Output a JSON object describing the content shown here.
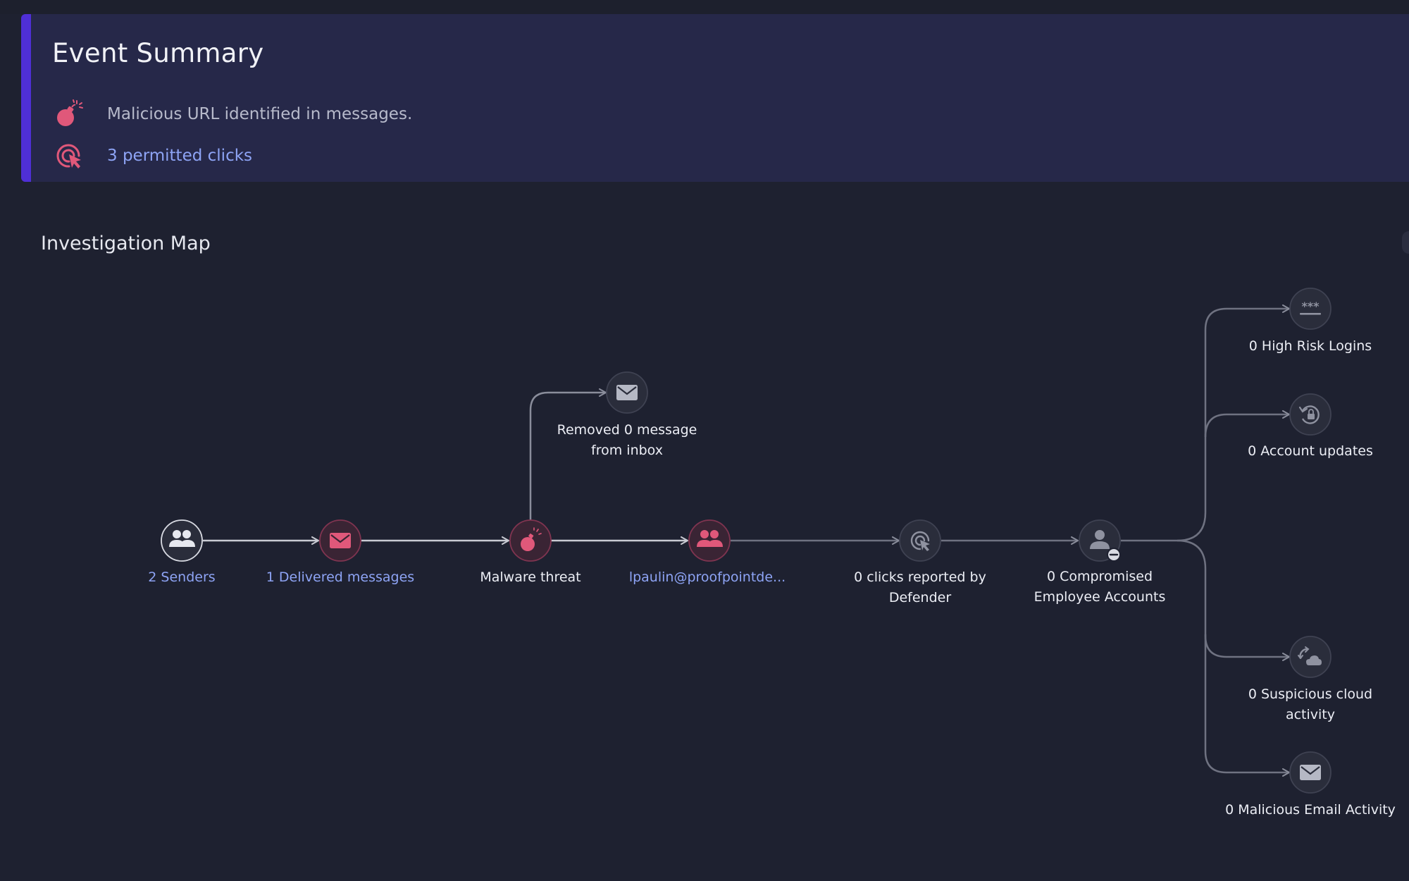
{
  "event_summary": {
    "title": "Event Summary",
    "threat_text": "Malicious URL identified in messages.",
    "threat_icon": "bomb-icon",
    "clicks_text": "3 permitted clicks",
    "clicks_icon": "cursor-click-icon"
  },
  "investigation_map": {
    "title": "Investigation Map",
    "nodes": {
      "senders": {
        "label": "2 Senders",
        "icon": "users-icon"
      },
      "delivered": {
        "label": "1 Delivered messages",
        "icon": "envelope-icon"
      },
      "malware": {
        "label": "Malware threat",
        "icon": "bomb-icon"
      },
      "recipient": {
        "label": "lpaulin@proofpointde...",
        "icon": "users-icon"
      },
      "removed": {
        "label_line1": "Removed 0 message",
        "label_line2": "from inbox",
        "icon": "envelope-icon"
      },
      "defender_clicks": {
        "label_line1": "0 clicks reported by",
        "label_line2": "Defender",
        "icon": "cursor-click-icon"
      },
      "compromised": {
        "label_line1": "0 Compromised",
        "label_line2": "Employee Accounts",
        "icon": "user-minus-icon"
      },
      "high_risk": {
        "label": "0 High Risk Logins",
        "icon": "password-icon"
      },
      "account_updates": {
        "label": "0 Account updates",
        "icon": "lock-reset-icon"
      },
      "cloud_activity": {
        "label_line1": "0 Suspicious cloud",
        "label_line2": "activity",
        "icon": "cloud-sync-icon"
      },
      "malicious_email": {
        "label": "0 Malicious Email Activity",
        "icon": "envelope-icon"
      }
    }
  },
  "colors": {
    "accent": "#4f2fd6",
    "threat": "#e0587a",
    "link": "#8ea4f5",
    "edge_active": "#c9cbd3",
    "edge_inactive": "#6f7281"
  }
}
